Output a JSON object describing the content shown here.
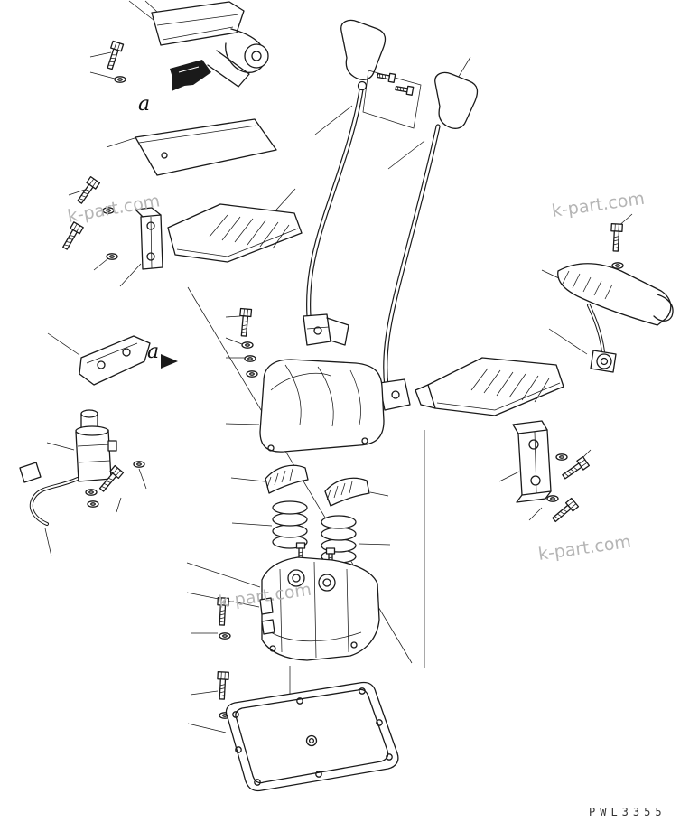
{
  "meta": {
    "background_color": "#ffffff",
    "line_color": "#1a1a1a",
    "watermark_color": "#b5b5b5"
  },
  "watermark": {
    "text": "k-part.com"
  },
  "callouts": {
    "a_top": "a",
    "a_left": "a"
  },
  "footer": {
    "part_code": "PWL3355"
  }
}
